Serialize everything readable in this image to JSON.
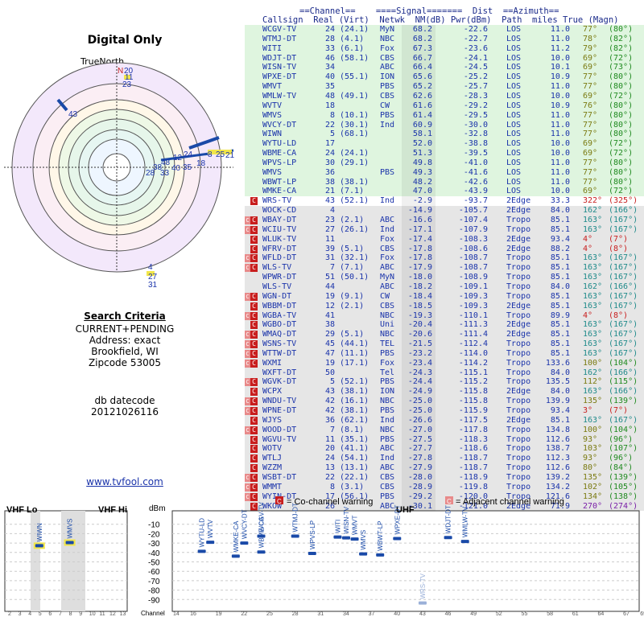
{
  "title": "Digital Only",
  "true_north_label": "TrueNorth",
  "polar_markers": [
    {
      "label": "N",
      "color": "#c81e1e"
    },
    {
      "label": "20"
    },
    {
      "label": "11"
    },
    {
      "label": "23"
    },
    {
      "label": "43"
    },
    {
      "label": "48"
    },
    {
      "label": "12"
    },
    {
      "label": "24"
    },
    {
      "label": "38"
    },
    {
      "label": "40"
    },
    {
      "label": "35"
    },
    {
      "label": "18"
    },
    {
      "label": "8"
    },
    {
      "label": "25"
    },
    {
      "label": "21"
    },
    {
      "label": "28"
    },
    {
      "label": "33"
    },
    {
      "label": "4"
    },
    {
      "label": "27"
    },
    {
      "label": "31"
    }
  ],
  "criteria": {
    "heading": "Search Criteria",
    "line1": "CURRENT+PENDING",
    "line2": "Address: exact",
    "line3": "Brookfield, WI",
    "line4": "Zipcode 53005"
  },
  "datecode": {
    "line1": "db datecode",
    "line2": "20121026116"
  },
  "site": "www.tvfool.com",
  "headers": {
    "row1": "==Channel==    ====Signal=======  Dist  ==Azimuth==",
    "row2": "Callsign  Real (Virt)  Netwk  NM(dB) Pwr(dBm)  Path  miles True (Magn)"
  },
  "rows": [
    {
      "c": "WCGV-TV",
      "r": "24",
      "v": "(24.1)",
      "n": "MyN",
      "nm": "68.2",
      "p": "-22.6",
      "path": "LOS",
      "d": "11.0",
      "t": "77°",
      "m": "(80°)",
      "bg": "#dff5df",
      "w": ""
    },
    {
      "c": "WTMJ-DT",
      "r": "28",
      "v": "(4.1)",
      "n": "NBC",
      "nm": "68.2",
      "p": "-22.7",
      "path": "LOS",
      "d": "11.0",
      "t": "78°",
      "m": "(82°)",
      "bg": "#dff5df",
      "w": ""
    },
    {
      "c": "WITI",
      "r": "33",
      "v": "(6.1)",
      "n": "Fox",
      "nm": "67.3",
      "p": "-23.6",
      "path": "LOS",
      "d": "11.2",
      "t": "79°",
      "m": "(82°)",
      "bg": "#dff5df",
      "w": ""
    },
    {
      "c": "WDJT-DT",
      "r": "46",
      "v": "(58.1)",
      "n": "CBS",
      "nm": "66.7",
      "p": "-24.1",
      "path": "LOS",
      "d": "10.0",
      "t": "69°",
      "m": "(72°)",
      "bg": "#dff5df",
      "w": ""
    },
    {
      "c": "WISN-TV",
      "r": "34",
      "v": "",
      "n": "ABC",
      "nm": "66.4",
      "p": "-24.5",
      "path": "LOS",
      "d": "10.1",
      "t": "69°",
      "m": "(73°)",
      "bg": "#dff5df",
      "w": ""
    },
    {
      "c": "WPXE-DT",
      "r": "40",
      "v": "(55.1)",
      "n": "ION",
      "nm": "65.6",
      "p": "-25.2",
      "path": "LOS",
      "d": "10.9",
      "t": "77°",
      "m": "(80°)",
      "bg": "#dff5df",
      "w": ""
    },
    {
      "c": "WMVT",
      "r": "35",
      "v": "",
      "n": "PBS",
      "nm": "65.2",
      "p": "-25.7",
      "path": "LOS",
      "d": "11.0",
      "t": "77°",
      "m": "(80°)",
      "bg": "#dff5df",
      "w": ""
    },
    {
      "c": "WMLW-TV",
      "r": "48",
      "v": "(49.1)",
      "n": "CBS",
      "nm": "62.6",
      "p": "-28.3",
      "path": "LOS",
      "d": "10.0",
      "t": "69°",
      "m": "(72°)",
      "bg": "#dff5df",
      "w": ""
    },
    {
      "c": "WVTV",
      "r": "18",
      "v": "",
      "n": "CW",
      "nm": "61.6",
      "p": "-29.2",
      "path": "LOS",
      "d": "10.9",
      "t": "76°",
      "m": "(80°)",
      "bg": "#dff5df",
      "w": ""
    },
    {
      "c": "WMVS",
      "r": "8",
      "v": "(10.1)",
      "n": "PBS",
      "nm": "61.4",
      "p": "-29.5",
      "path": "LOS",
      "d": "11.0",
      "t": "77°",
      "m": "(80°)",
      "bg": "#dff5df",
      "w": ""
    },
    {
      "c": "WVCY-DT",
      "r": "22",
      "v": "(30.1)",
      "n": "Ind",
      "nm": "60.9",
      "p": "-30.0",
      "path": "LOS",
      "d": "11.0",
      "t": "77°",
      "m": "(80°)",
      "bg": "#dff5df",
      "w": ""
    },
    {
      "c": "WIWN",
      "r": "5",
      "v": "(68.1)",
      "n": "",
      "nm": "58.1",
      "p": "-32.8",
      "path": "LOS",
      "d": "11.0",
      "t": "77°",
      "m": "(80°)",
      "bg": "#dff5df",
      "w": ""
    },
    {
      "c": "WYTU-LD",
      "r": "17",
      "v": "",
      "n": "",
      "nm": "52.0",
      "p": "-38.8",
      "path": "LOS",
      "d": "10.0",
      "t": "69°",
      "m": "(72°)",
      "bg": "#dff5df",
      "w": ""
    },
    {
      "c": "WBME-CA",
      "r": "24",
      "v": "(24.1)",
      "n": "",
      "nm": "51.3",
      "p": "-39.5",
      "path": "LOS",
      "d": "10.0",
      "t": "69°",
      "m": "(72°)",
      "bg": "#dff5df",
      "w": ""
    },
    {
      "c": "WPVS-LP",
      "r": "30",
      "v": "(29.1)",
      "n": "",
      "nm": "49.8",
      "p": "-41.0",
      "path": "LOS",
      "d": "11.0",
      "t": "77°",
      "m": "(80°)",
      "bg": "#dff5df",
      "w": ""
    },
    {
      "c": "WMVS",
      "r": "36",
      "v": "",
      "n": "PBS",
      "nm": "49.3",
      "p": "-41.6",
      "path": "LOS",
      "d": "11.0",
      "t": "77°",
      "m": "(80°)",
      "bg": "#dff5df",
      "w": ""
    },
    {
      "c": "WBWT-LP",
      "r": "38",
      "v": "(38.1)",
      "n": "",
      "nm": "48.2",
      "p": "-42.6",
      "path": "LOS",
      "d": "11.0",
      "t": "77°",
      "m": "(80°)",
      "bg": "#dff5df",
      "w": ""
    },
    {
      "c": "WMKE-CA",
      "r": "21",
      "v": "(7.1)",
      "n": "",
      "nm": "47.0",
      "p": "-43.9",
      "path": "LOS",
      "d": "10.0",
      "t": "69°",
      "m": "(72°)",
      "bg": "#dff5df",
      "w": ""
    },
    {
      "c": "WRS-TV",
      "r": "43",
      "v": "(52.1)",
      "n": "Ind",
      "nm": "-2.9",
      "p": "-93.7",
      "path": "2Edge",
      "d": "33.3",
      "t": "322°",
      "m": "(325°)",
      "bg": "#ffffff",
      "w": "C"
    },
    {
      "c": "WOCK-CD",
      "r": "4",
      "v": "",
      "n": "",
      "nm": "-14.9",
      "p": "-105.7",
      "path": "2Edge",
      "d": "84.0",
      "t": "162°",
      "m": "(166°)",
      "bg": "#e6e6e6",
      "w": ""
    },
    {
      "c": "WBAY-DT",
      "r": "23",
      "v": "(2.1)",
      "n": "ABC",
      "nm": "-16.6",
      "p": "-107.4",
      "path": "Tropo",
      "d": "85.1",
      "t": "163°",
      "m": "(167°)",
      "bg": "#e6e6e6",
      "w": "AC"
    },
    {
      "c": "WCIU-TV",
      "r": "27",
      "v": "(26.1)",
      "n": "Ind",
      "nm": "-17.1",
      "p": "-107.9",
      "path": "Tropo",
      "d": "85.1",
      "t": "163°",
      "m": "(167°)",
      "bg": "#e6e6e6",
      "w": "AC"
    },
    {
      "c": "WLUK-TV",
      "r": "11",
      "v": "",
      "n": "Fox",
      "nm": "-17.4",
      "p": "-108.3",
      "path": "2Edge",
      "d": "93.4",
      "t": "4°",
      "m": "(7°)",
      "bg": "#e6e6e6",
      "w": "C"
    },
    {
      "c": "WFRV-DT",
      "r": "39",
      "v": "(5.1)",
      "n": "CBS",
      "nm": "-17.8",
      "p": "-108.6",
      "path": "2Edge",
      "d": "88.2",
      "t": "4°",
      "m": "(8°)",
      "bg": "#e6e6e6",
      "w": "C"
    },
    {
      "c": "WFLD-DT",
      "r": "31",
      "v": "(32.1)",
      "n": "Fox",
      "nm": "-17.8",
      "p": "-108.7",
      "path": "Tropo",
      "d": "85.1",
      "t": "163°",
      "m": "(167°)",
      "bg": "#e6e6e6",
      "w": "AC"
    },
    {
      "c": "WLS-TV",
      "r": "7",
      "v": "(7.1)",
      "n": "ABC",
      "nm": "-17.9",
      "p": "-108.7",
      "path": "Tropo",
      "d": "85.1",
      "t": "163°",
      "m": "(167°)",
      "bg": "#e6e6e6",
      "w": "AC"
    },
    {
      "c": "WPWR-DT",
      "r": "51",
      "v": "(50.1)",
      "n": "MyN",
      "nm": "-18.0",
      "p": "-108.9",
      "path": "Tropo",
      "d": "85.1",
      "t": "163°",
      "m": "(167°)",
      "bg": "#e6e6e6",
      "w": ""
    },
    {
      "c": "WLS-TV",
      "r": "44",
      "v": "",
      "n": "ABC",
      "nm": "-18.2",
      "p": "-109.1",
      "path": "Tropo",
      "d": "84.0",
      "t": "162°",
      "m": "(166°)",
      "bg": "#e6e6e6",
      "w": ""
    },
    {
      "c": "WGN-DT",
      "r": "19",
      "v": "(9.1)",
      "n": "CW",
      "nm": "-18.4",
      "p": "-109.3",
      "path": "Tropo",
      "d": "85.1",
      "t": "163°",
      "m": "(167°)",
      "bg": "#e6e6e6",
      "w": "AC"
    },
    {
      "c": "WBBM-DT",
      "r": "12",
      "v": "(2.1)",
      "n": "CBS",
      "nm": "-18.5",
      "p": "-109.3",
      "path": "2Edge",
      "d": "85.1",
      "t": "163°",
      "m": "(167°)",
      "bg": "#e6e6e6",
      "w": "C"
    },
    {
      "c": "WGBA-TV",
      "r": "41",
      "v": "",
      "n": "NBC",
      "nm": "-19.3",
      "p": "-110.1",
      "path": "Tropo",
      "d": "89.9",
      "t": "4°",
      "m": "(8°)",
      "bg": "#e6e6e6",
      "w": "AC"
    },
    {
      "c": "WGBO-DT",
      "r": "38",
      "v": "",
      "n": "Uni",
      "nm": "-20.4",
      "p": "-111.3",
      "path": "2Edge",
      "d": "85.1",
      "t": "163°",
      "m": "(167°)",
      "bg": "#e6e6e6",
      "w": "C"
    },
    {
      "c": "WMAQ-DT",
      "r": "29",
      "v": "(5.1)",
      "n": "NBC",
      "nm": "-20.6",
      "p": "-111.4",
      "path": "2Edge",
      "d": "85.1",
      "t": "163°",
      "m": "(167°)",
      "bg": "#e6e6e6",
      "w": "AC"
    },
    {
      "c": "WSNS-TV",
      "r": "45",
      "v": "(44.1)",
      "n": "TEL",
      "nm": "-21.5",
      "p": "-112.4",
      "path": "Tropo",
      "d": "85.1",
      "t": "163°",
      "m": "(167°)",
      "bg": "#e6e6e6",
      "w": "AC"
    },
    {
      "c": "WTTW-DT",
      "r": "47",
      "v": "(11.1)",
      "n": "PBS",
      "nm": "-23.2",
      "p": "-114.0",
      "path": "Tropo",
      "d": "85.1",
      "t": "163°",
      "m": "(167°)",
      "bg": "#e6e6e6",
      "w": "AC"
    },
    {
      "c": "WXMI",
      "r": "19",
      "v": "(17.1)",
      "n": "Fox",
      "nm": "-23.4",
      "p": "-114.2",
      "path": "Tropo",
      "d": "133.6",
      "t": "100°",
      "m": "(104°)",
      "bg": "#e6e6e6",
      "w": "AC"
    },
    {
      "c": "WXFT-DT",
      "r": "50",
      "v": "",
      "n": "Tel",
      "nm": "-24.3",
      "p": "-115.1",
      "path": "Tropo",
      "d": "84.0",
      "t": "162°",
      "m": "(166°)",
      "bg": "#e6e6e6",
      "w": ""
    },
    {
      "c": "WGVK-DT",
      "r": "5",
      "v": "(52.1)",
      "n": "PBS",
      "nm": "-24.4",
      "p": "-115.2",
      "path": "Tropo",
      "d": "135.5",
      "t": "112°",
      "m": "(115°)",
      "bg": "#e6e6e6",
      "w": "AC"
    },
    {
      "c": "WCPX",
      "r": "43",
      "v": "(38.1)",
      "n": "ION",
      "nm": "-24.9",
      "p": "-115.8",
      "path": "2Edge",
      "d": "84.0",
      "t": "163°",
      "m": "(166°)",
      "bg": "#e6e6e6",
      "w": "C"
    },
    {
      "c": "WNDU-TV",
      "r": "42",
      "v": "(16.1)",
      "n": "NBC",
      "nm": "-25.0",
      "p": "-115.8",
      "path": "Tropo",
      "d": "139.9",
      "t": "135°",
      "m": "(139°)",
      "bg": "#e6e6e6",
      "w": "AC"
    },
    {
      "c": "WPNE-DT",
      "r": "42",
      "v": "(38.1)",
      "n": "PBS",
      "nm": "-25.0",
      "p": "-115.9",
      "path": "Tropo",
      "d": "93.4",
      "t": "3°",
      "m": "(7°)",
      "bg": "#e6e6e6",
      "w": "AC"
    },
    {
      "c": "WJYS",
      "r": "36",
      "v": "(62.1)",
      "n": "Ind",
      "nm": "-26.6",
      "p": "-117.5",
      "path": "2Edge",
      "d": "85.1",
      "t": "163°",
      "m": "(167°)",
      "bg": "#e6e6e6",
      "w": "C"
    },
    {
      "c": "WOOD-DT",
      "r": "7",
      "v": "(8.1)",
      "n": "NBC",
      "nm": "-27.0",
      "p": "-117.8",
      "path": "Tropo",
      "d": "134.8",
      "t": "100°",
      "m": "(104°)",
      "bg": "#e6e6e6",
      "w": "AC"
    },
    {
      "c": "WGVU-TV",
      "r": "11",
      "v": "(35.1)",
      "n": "PBS",
      "nm": "-27.5",
      "p": "-118.3",
      "path": "Tropo",
      "d": "112.6",
      "t": "93°",
      "m": "(96°)",
      "bg": "#e6e6e6",
      "w": "C"
    },
    {
      "c": "WOTV",
      "r": "20",
      "v": "(41.1)",
      "n": "ABC",
      "nm": "-27.7",
      "p": "-118.6",
      "path": "Tropo",
      "d": "138.7",
      "t": "103°",
      "m": "(107°)",
      "bg": "#e6e6e6",
      "w": "C"
    },
    {
      "c": "WTLJ",
      "r": "24",
      "v": "(54.1)",
      "n": "Ind",
      "nm": "-27.8",
      "p": "-118.7",
      "path": "Tropo",
      "d": "112.3",
      "t": "93°",
      "m": "(96°)",
      "bg": "#e6e6e6",
      "w": "C"
    },
    {
      "c": "WZZM",
      "r": "13",
      "v": "(13.1)",
      "n": "ABC",
      "nm": "-27.9",
      "p": "-118.7",
      "path": "Tropo",
      "d": "112.6",
      "t": "80°",
      "m": "(84°)",
      "bg": "#e6e6e6",
      "w": "C"
    },
    {
      "c": "WSBT-DT",
      "r": "22",
      "v": "(22.1)",
      "n": "CBS",
      "nm": "-28.0",
      "p": "-118.9",
      "path": "Tropo",
      "d": "139.2",
      "t": "135°",
      "m": "(139°)",
      "bg": "#e6e6e6",
      "w": "AC"
    },
    {
      "c": "WMMT",
      "r": "8",
      "v": "(3.1)",
      "n": "CBS",
      "nm": "-28.9",
      "p": "-119.8",
      "path": "Tropo",
      "d": "134.2",
      "t": "102°",
      "m": "(105°)",
      "bg": "#e6e6e6",
      "w": "AC"
    },
    {
      "c": "WYIN-DT",
      "r": "17",
      "v": "(56.1)",
      "n": "PBS",
      "nm": "-29.2",
      "p": "-120.0",
      "path": "Tropo",
      "d": "121.6",
      "t": "134°",
      "m": "(138°)",
      "bg": "#e6e6e6",
      "w": "AC"
    },
    {
      "c": "WKOW",
      "r": "26",
      "v": "",
      "n": "ABC",
      "nm": "-30.1",
      "p": "-121.0",
      "path": "2Edge",
      "d": "71.9",
      "t": "270°",
      "m": "(274°)",
      "bg": "#e6e6e6",
      "w": "C"
    }
  ],
  "bottom": {
    "vhf_lo": "VHF Lo",
    "vhf_hi": "VHF Hi",
    "uhf": "UHF",
    "dbm": "dBm",
    "channel": "Channel",
    "cochannel_warning": "= Co-channel warning",
    "adjacent_warning": "= Adjacent channel warning",
    "cochannel_icon": "C",
    "adjacent_icon": "C",
    "yticks": [
      "-10",
      "-20",
      "-30",
      "-40",
      "-50",
      "-60",
      "-70",
      "-80",
      "-90"
    ],
    "xticks_vhf": [
      "2",
      "3",
      "4",
      "5",
      "6",
      "7",
      "8",
      "9",
      "10",
      "11",
      "12",
      "13"
    ],
    "xticks_uhf": [
      "14",
      "16",
      "19",
      "22",
      "25",
      "28",
      "31",
      "34",
      "37",
      "40",
      "43",
      "46",
      "49",
      "52",
      "55",
      "58",
      "61",
      "64",
      "67",
      "69"
    ],
    "bars": [
      {
        "label": "WIWN",
        "ch": 5,
        "dbm": -32.8,
        "band": "lo",
        "hl": true
      },
      {
        "label": "WMVS",
        "ch": 8,
        "dbm": -29.5,
        "band": "hi",
        "hl": true
      },
      {
        "label": "WYTU-LD",
        "ch": 17,
        "dbm": -38.8,
        "band": "u"
      },
      {
        "label": "WVTV",
        "ch": 18,
        "dbm": -29.2,
        "band": "u"
      },
      {
        "label": "WMKE-CA",
        "ch": 21,
        "dbm": -43.9,
        "band": "u"
      },
      {
        "label": "WVCY-DT",
        "ch": 22,
        "dbm": -30.0,
        "band": "u"
      },
      {
        "label": "WBME-CA",
        "ch": 24,
        "dbm": -39.5,
        "band": "u"
      },
      {
        "label": "WCGV-TV",
        "ch": 24,
        "dbm": -22.6,
        "band": "u"
      },
      {
        "label": "WTMJ-DT",
        "ch": 28,
        "dbm": -22.7,
        "band": "u"
      },
      {
        "label": "WPVS-LP",
        "ch": 30,
        "dbm": -41.0,
        "band": "u"
      },
      {
        "label": "WITI",
        "ch": 33,
        "dbm": -23.6,
        "band": "u"
      },
      {
        "label": "WISN-TV",
        "ch": 34,
        "dbm": -24.5,
        "band": "u"
      },
      {
        "label": "WMVT",
        "ch": 35,
        "dbm": -25.7,
        "band": "u"
      },
      {
        "label": "WMVS",
        "ch": 36,
        "dbm": -41.6,
        "band": "u"
      },
      {
        "label": "WBWT-LP",
        "ch": 38,
        "dbm": -42.6,
        "band": "u"
      },
      {
        "label": "WPXE-DT",
        "ch": 40,
        "dbm": -25.2,
        "band": "u"
      },
      {
        "label": "WRS-TV",
        "ch": 43,
        "dbm": -93.7,
        "band": "u",
        "faint": true
      },
      {
        "label": "WDJT-DT",
        "ch": 46,
        "dbm": -24.1,
        "band": "u"
      },
      {
        "label": "WMLW-TV",
        "ch": 48,
        "dbm": -28.3,
        "band": "u"
      }
    ]
  }
}
